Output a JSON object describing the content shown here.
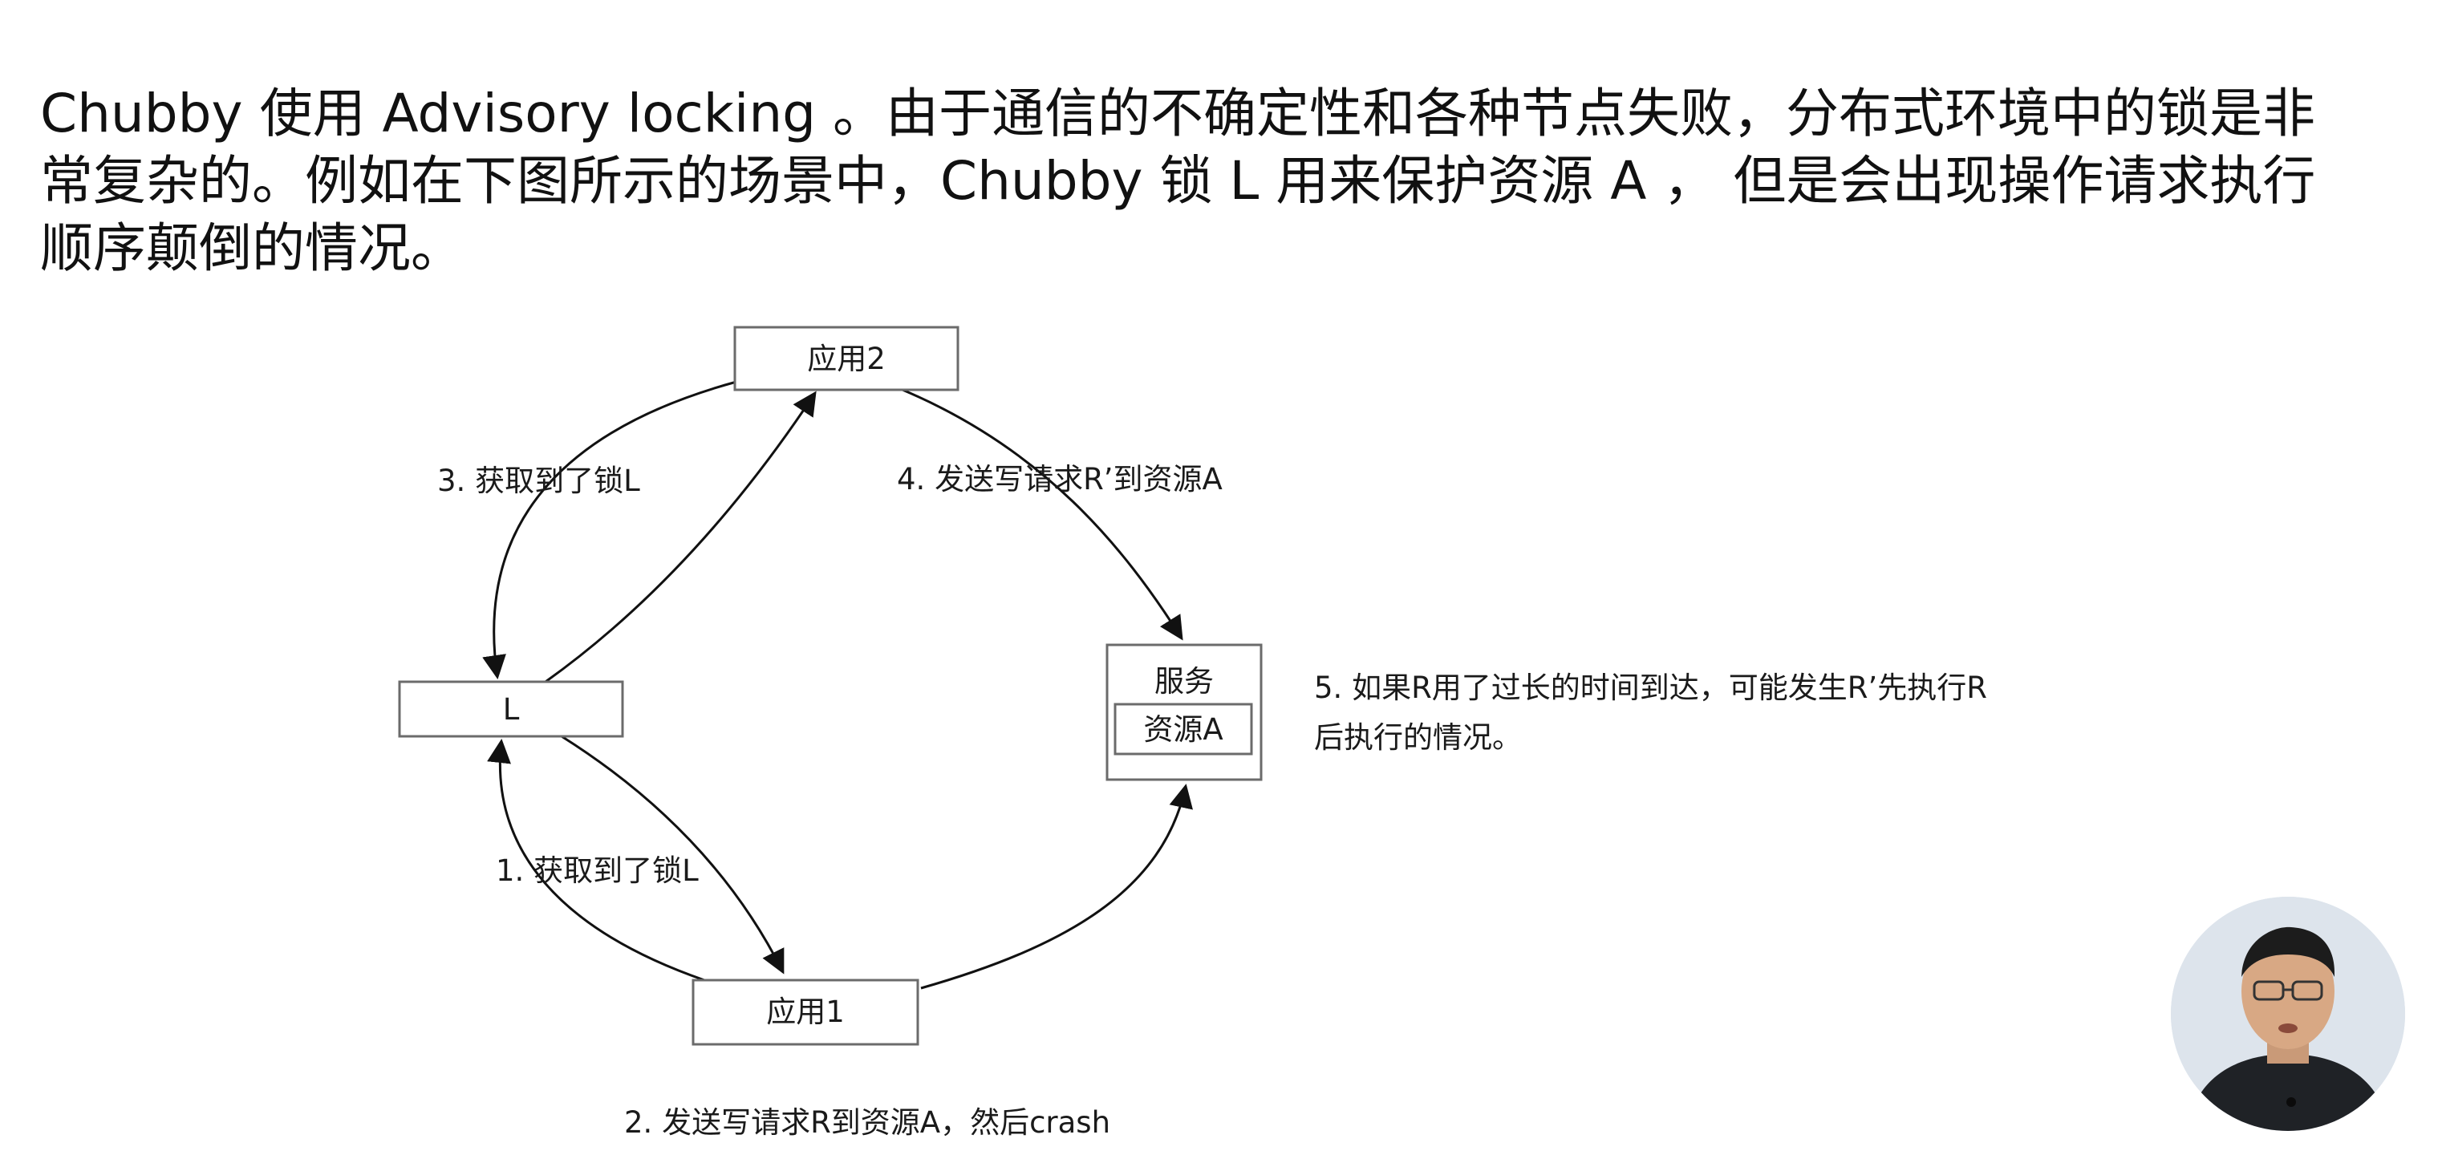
{
  "intro": {
    "line1": "Chubby 使用 Advisory locking 。由于通信的不确定性和各种节点失败，分布式环境中的锁是非",
    "line2": "常复杂的。例如在下图所示的场景中，Chubby 锁 L 用来保护资源 A ， 但是会出现操作请求执行",
    "line3": "顺序颠倒的情况。"
  },
  "diagram": {
    "nodes": {
      "app2": "应用2",
      "lock": "L",
      "service": "服务",
      "resource": "资源A",
      "app1": "应用1"
    },
    "steps": {
      "step1": "1. 获取到了锁L",
      "step2": "2. 发送写请求R到资源A，然后crash",
      "step3": "3. 获取到了锁L",
      "step4": "4. 发送写请求R’到资源A",
      "step5_line1": "5. 如果R用了过长的时间到达，可能发生R’先执行R",
      "step5_line2": "后执行的情况。"
    }
  }
}
